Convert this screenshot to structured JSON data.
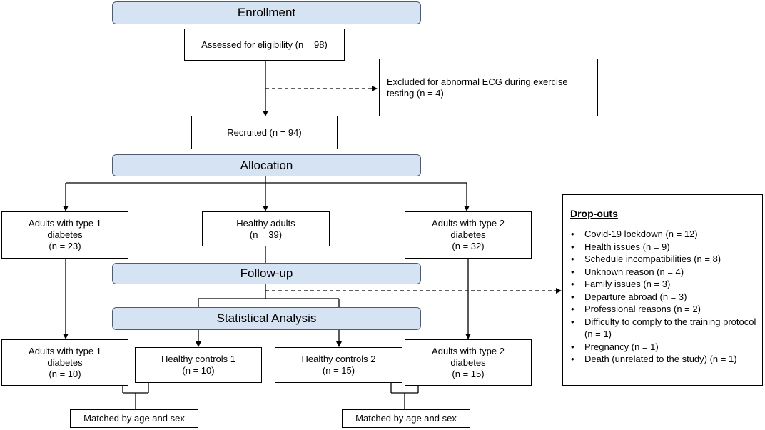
{
  "headers": {
    "enrollment": "Enrollment",
    "allocation": "Allocation",
    "follow_up": "Follow-up",
    "statistical_analysis": "Statistical Analysis"
  },
  "enrollment": {
    "assessed": "Assessed for eligibility (n = 98)",
    "excluded": "Excluded for abnormal ECG during exercise testing (n = 4)",
    "recruited": "Recruited (n = 94)"
  },
  "allocation": {
    "t1d": [
      "Adults with type 1",
      "diabetes",
      "(n = 23)"
    ],
    "healthy": [
      "Healthy adults",
      "(n = 39)"
    ],
    "t2d": [
      "Adults with type 2",
      "diabetes",
      "(n = 32)"
    ]
  },
  "analysis": {
    "t1d": [
      "Adults with type 1",
      "diabetes",
      "(n = 10)"
    ],
    "healthy_controls_1": [
      "Healthy controls 1",
      "(n = 10)"
    ],
    "healthy_controls_2": [
      "Healthy controls 2",
      "(n = 15)"
    ],
    "t2d": [
      "Adults with type 2",
      "diabetes",
      "(n = 15)"
    ],
    "matched_left": "Matched by age and sex",
    "matched_right": "Matched by age and sex"
  },
  "dropouts": {
    "title": "Drop-outs",
    "items": [
      "Covid-19  lockdown (n = 12)",
      "Health issues (n = 9)",
      "Schedule incompatibilities (n = 8)",
      "Unknown reason (n = 4)",
      "Family issues (n = 3)",
      "Departure  abroad  (n = 3)",
      "Professional reasons (n = 2)",
      "Difficulty to comply to the training protocol (n = 1)",
      "Pregnancy (n = 1)",
      "Death (unrelated to the study) (n = 1)"
    ]
  }
}
